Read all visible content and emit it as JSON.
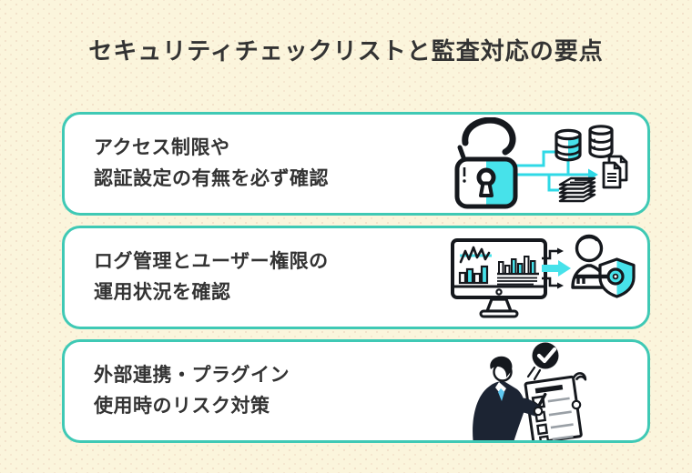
{
  "page": {
    "title": "セキュリティチェックリストと監査対応の要点",
    "colors": {
      "background": "#FBF5DC",
      "card_background": "#FFFFFF",
      "card_border": "#3FC9B5",
      "accent_cyan": "#47E2EA",
      "connector_cyan": "#2FD9E6",
      "outline_black": "#15181d",
      "text": "#333333",
      "tie_blue": "#5EC7EF"
    }
  },
  "cards": [
    {
      "lines": [
        "アクセス制限や",
        "認証設定の有無を必ず確認"
      ],
      "illustration": "unlocked-padlock-data-flow",
      "icons": [
        "padlock-icon",
        "database-icon",
        "documents-icon",
        "paper-stack-icon",
        "flow-arrow-icon"
      ]
    },
    {
      "lines": [
        "ログ管理とユーザー権限の",
        "運用状況を確認"
      ],
      "illustration": "monitor-logs-user-permissions",
      "icons": [
        "monitor-icon",
        "line-chart-icon",
        "bar-chart-icon",
        "arrow-icon",
        "user-icon",
        "shield-icon",
        "key-icon"
      ]
    },
    {
      "lines": [
        "外部連携・プラグイン",
        "使用時のリスク対策"
      ],
      "illustration": "businessman-checklist",
      "icons": [
        "check-badge-icon",
        "businessman-icon",
        "checklist-icon"
      ]
    }
  ]
}
